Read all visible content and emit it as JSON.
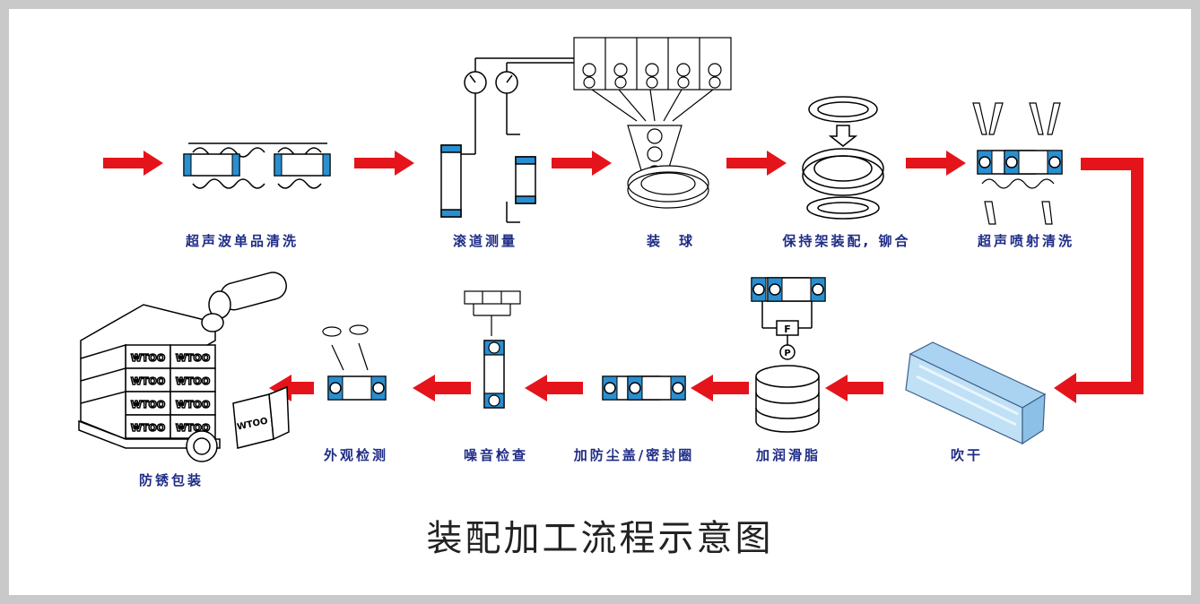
{
  "title": "装配加工流程示意图",
  "colors": {
    "arrow": "#e5141b",
    "bearing_blue": "#2a8fd1",
    "label": "#1f2d86"
  },
  "steps": [
    {
      "id": 1,
      "label": "超声波单品清洗"
    },
    {
      "id": 2,
      "label": "滚道测量"
    },
    {
      "id": 3,
      "label": "装　球"
    },
    {
      "id": 4,
      "label": "保持架装配, 铆合"
    },
    {
      "id": 5,
      "label": "超声喷射清洗"
    },
    {
      "id": 6,
      "label": "吹干"
    },
    {
      "id": 7,
      "label": "加润滑脂"
    },
    {
      "id": 8,
      "label": "加防尘盖/密封圈"
    },
    {
      "id": 9,
      "label": "噪音检查"
    },
    {
      "id": 10,
      "label": "外观检测"
    },
    {
      "id": 11,
      "label": "防锈包装"
    }
  ],
  "box_brand": "WTOO",
  "gauge_labels": {
    "force": "F",
    "pressure": "P"
  }
}
